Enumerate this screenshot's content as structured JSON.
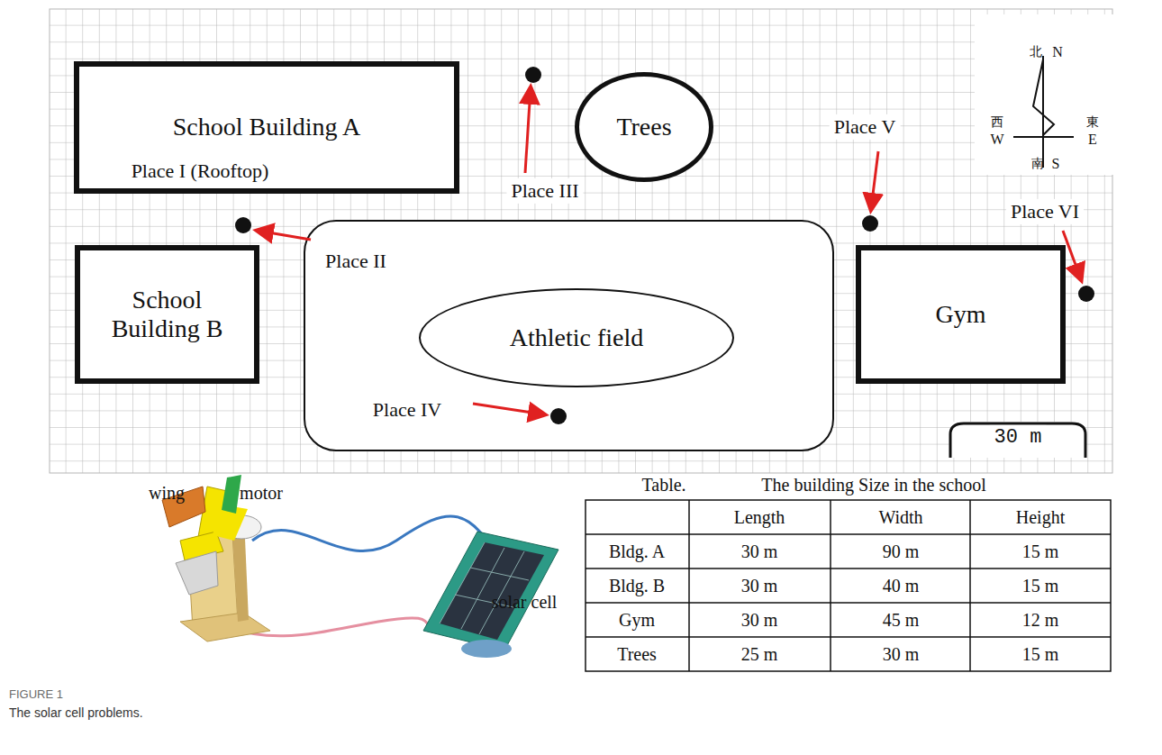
{
  "diagram": {
    "caption": "The solar cell problems.",
    "nodes": [
      {
        "text": [
          "School Building A"
        ]
      },
      {
        "text": [
          "Trees"
        ]
      },
      {
        "text": [
          "School Building B"
        ]
      },
      {
        "text": [
          "Athletic field"
        ]
      },
      {
        "text": [
          "Gym"
        ]
      }
    ],
    "labels": [
      "Place I (Rooftop)",
      "Place II",
      "Place III",
      "Place IV",
      "Place V",
      "Place VI",
      "北",
      "N",
      "西",
      "W",
      "東",
      "E",
      "南",
      "S",
      "30 m",
      "wing",
      "motor",
      "solar cell",
      "Table.",
      "The building Size in the school",
      "Length",
      "Width",
      "Height",
      "Bldg. A",
      "30 m",
      "90 m",
      "15 m",
      "Bldg. B",
      "30 m",
      "40 m",
      "15 m",
      "Gym",
      "30 m",
      "45 m",
      "12 m",
      "Trees",
      "25 m",
      "30 m",
      "15 m",
      "FIGURE 1"
    ]
  }
}
